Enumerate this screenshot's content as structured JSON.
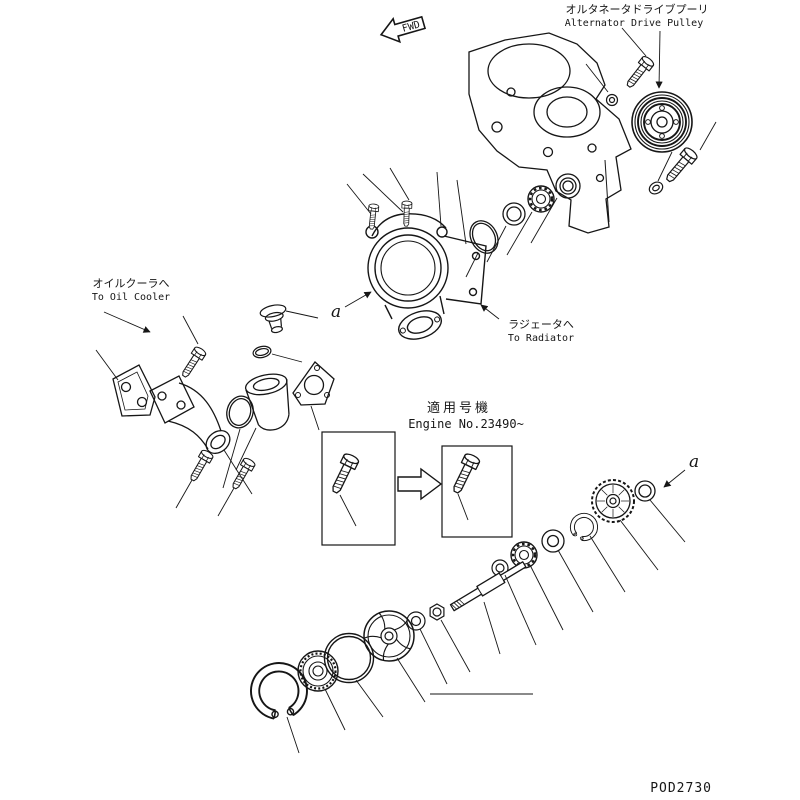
{
  "drawing": {
    "fwd_label": "FWD",
    "ref_marker": "a",
    "code": "POD2730"
  },
  "labels": {
    "alternator_pulley": {
      "jp": "オルタネータドライブプーリ",
      "en": "Alternator Drive Pulley"
    },
    "oil_cooler": {
      "jp": "オイルクーラへ",
      "en": "To Oil Cooler"
    },
    "radiator": {
      "jp": "ラジェータへ",
      "en": "To Radiator"
    },
    "applicability": {
      "jp": "適用号機",
      "en": "Engine No.23490~"
    }
  }
}
